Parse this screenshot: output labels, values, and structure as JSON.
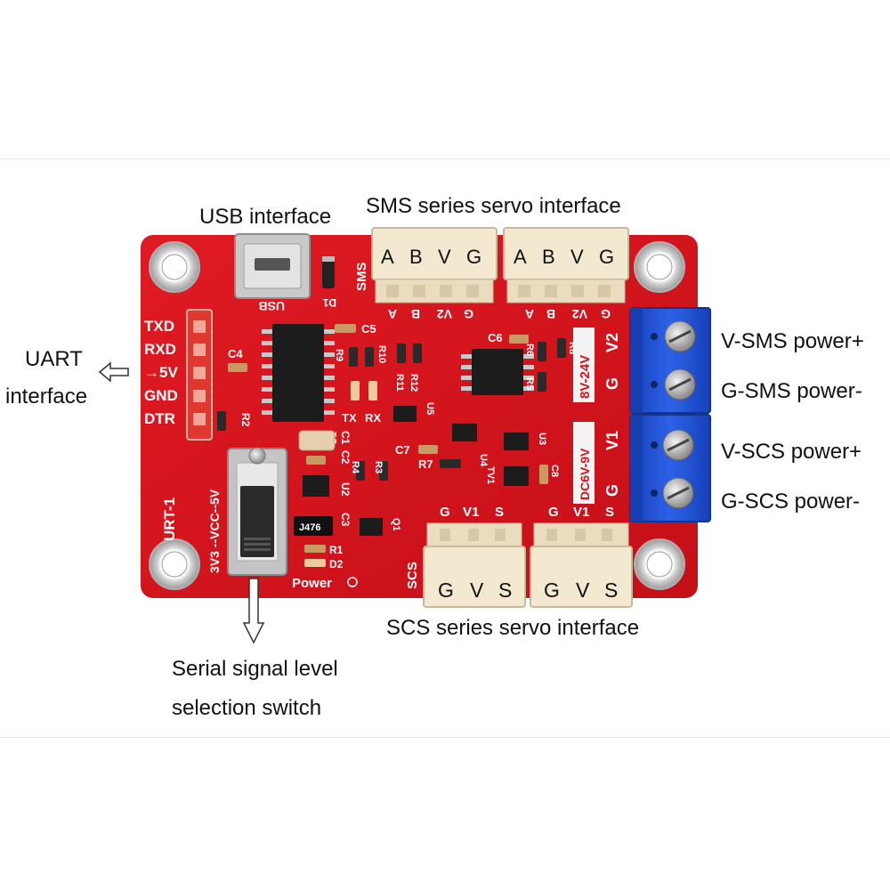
{
  "annotations": {
    "usb": "USB interface",
    "sms_header": "SMS series servo interface",
    "uart_line1": "UART",
    "uart_line2": "interface",
    "v_sms": "V-SMS  power+",
    "g_sms": "G-SMS power-",
    "v_scs": "V-SCS power+",
    "g_scs": "G-SCS power-",
    "scs_footer": "SCS series servo interface",
    "switch_line1": "Serial signal level",
    "switch_line2": "selection switch"
  },
  "board": {
    "colors": {
      "pcb": "#d8141c",
      "silk": "#ffffff",
      "connector": "#f2e6cc",
      "terminal": "#1f4fd6",
      "chip": "#1c1c1c"
    },
    "uart_pins": [
      "TXD",
      "RXD",
      "→5V",
      "GND",
      "DTR"
    ],
    "usb_label": "USB",
    "d1": "D1",
    "sms_side": "SMS",
    "scs_side": "SCS",
    "sms_connector_pins": [
      "A",
      "B",
      "V",
      "G"
    ],
    "sms_bottom_pins": [
      "G",
      "V2",
      "B",
      "A"
    ],
    "scs_top_pins": [
      "G",
      "V1",
      "S"
    ],
    "scs_connector_pins": [
      "G",
      "V",
      "S"
    ],
    "c5": "C5",
    "c4": "C4",
    "c6": "C6",
    "c1": "C1",
    "c2": "C2",
    "c3": "C3",
    "c7": "C7",
    "c8": "C8",
    "r2": "R2",
    "r9": "R9",
    "r10": "R10",
    "r11": "R11",
    "r12": "R12",
    "r6": "R6",
    "r8": "R8",
    "r5": "R5",
    "r7": "R7",
    "r4": "R4",
    "r3": "R3",
    "r1": "R1",
    "tx": "TX",
    "rx": "RX",
    "u1": "U1",
    "u2": "U2",
    "u3": "U3",
    "u4": "U4",
    "u5": "U5",
    "tv1": "TV1",
    "d2": "D2",
    "q1": "Q1",
    "j476": "J476",
    "power": "Power",
    "volt_sms": "8V-24V",
    "volt_scs": "DC6V-9V",
    "v2": "V2",
    "v1": "V1",
    "g": "G",
    "switch_label": "3V3 --VCC--5V",
    "model": "URT-1"
  }
}
